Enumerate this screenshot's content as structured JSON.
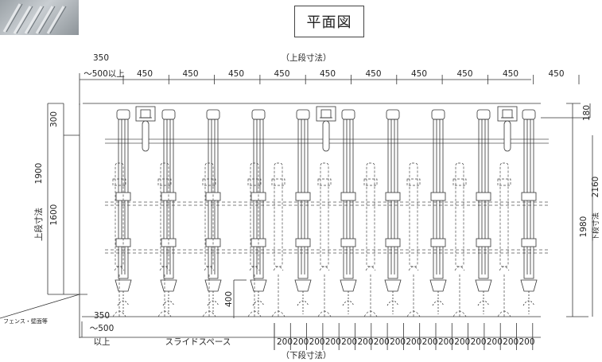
{
  "title": "平面図",
  "top": {
    "caption": "（上段寸法）",
    "left_top": "350",
    "left_bottom": "～500以上",
    "spacings": [
      "450",
      "450",
      "450",
      "450",
      "450",
      "450",
      "450",
      "450",
      "450",
      "450"
    ]
  },
  "bottom": {
    "caption": "（下段寸法）",
    "left_top": "350",
    "left_mid": "～500",
    "left_bottom": "以上",
    "slide_space": "スライドスペース",
    "spacings": [
      "200",
      "200",
      "200",
      "200",
      "200",
      "200",
      "200",
      "200",
      "200",
      "200",
      "200",
      "200",
      "200",
      "200",
      "200",
      "200"
    ]
  },
  "left": {
    "dim_300": "300",
    "dim_1900": "1900",
    "dim_1600": "1600",
    "upper_label": "上段寸法",
    "fence": "フェンス・壁面等"
  },
  "right": {
    "dim_180": "180",
    "dim_2160": "2160",
    "dim_1980": "1980",
    "lower_label": "下段寸法"
  },
  "inner": {
    "dim_400": "400"
  }
}
